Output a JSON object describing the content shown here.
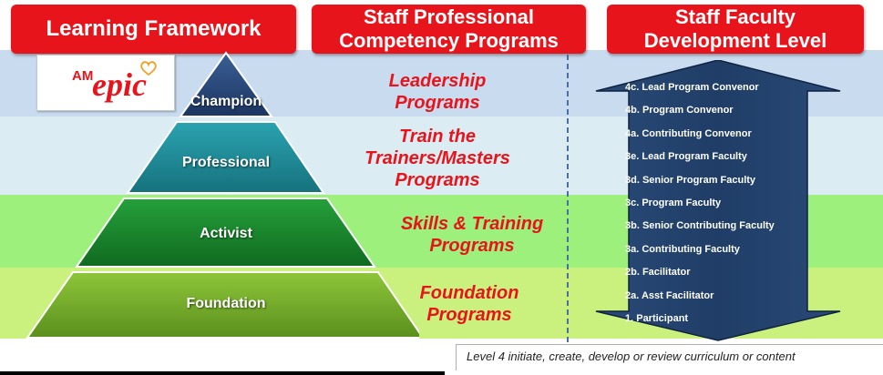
{
  "headers": {
    "framework": "Learning Framework",
    "staff_programs_line1": "Staff Professional",
    "staff_programs_line2": "Competency Programs",
    "faculty_line1": "Staff Faculty",
    "faculty_line2": "Development Level"
  },
  "logo": {
    "am": "AM",
    "epic": "epic"
  },
  "pyramid": {
    "tiers": [
      "Champion",
      "Professional",
      "Activist",
      "Foundation"
    ]
  },
  "programs": {
    "leadership": [
      "Leadership",
      "Programs"
    ],
    "trainers": [
      "Train the",
      "Trainers/Masters",
      "Programs"
    ],
    "skills": [
      "Skills & Training",
      "Programs"
    ],
    "foundation": [
      "Foundation",
      "Programs"
    ]
  },
  "levels": [
    "4c. Lead Program Convenor",
    "4b. Program Convenor",
    "4a. Contributing Convenor",
    "3e. Lead Program Faculty",
    "3d. Senior Program Faculty",
    "3c. Program Faculty",
    "3b. Senior Contributing Faculty",
    "3a. Contributing Faculty",
    "2b. Facilitator",
    "2a. Asst Facilitator",
    "1.   Participant"
  ],
  "footnote": "Level 4 initiate, create, develop or review curriculum or content",
  "colors": {
    "header_red": "#e8141b",
    "band_champion": "#c9dbef",
    "band_professional": "#dcecf3",
    "band_activist": "#9ef07c",
    "band_foundation": "#caf07d",
    "arrow_navy": "#1f3d66"
  }
}
